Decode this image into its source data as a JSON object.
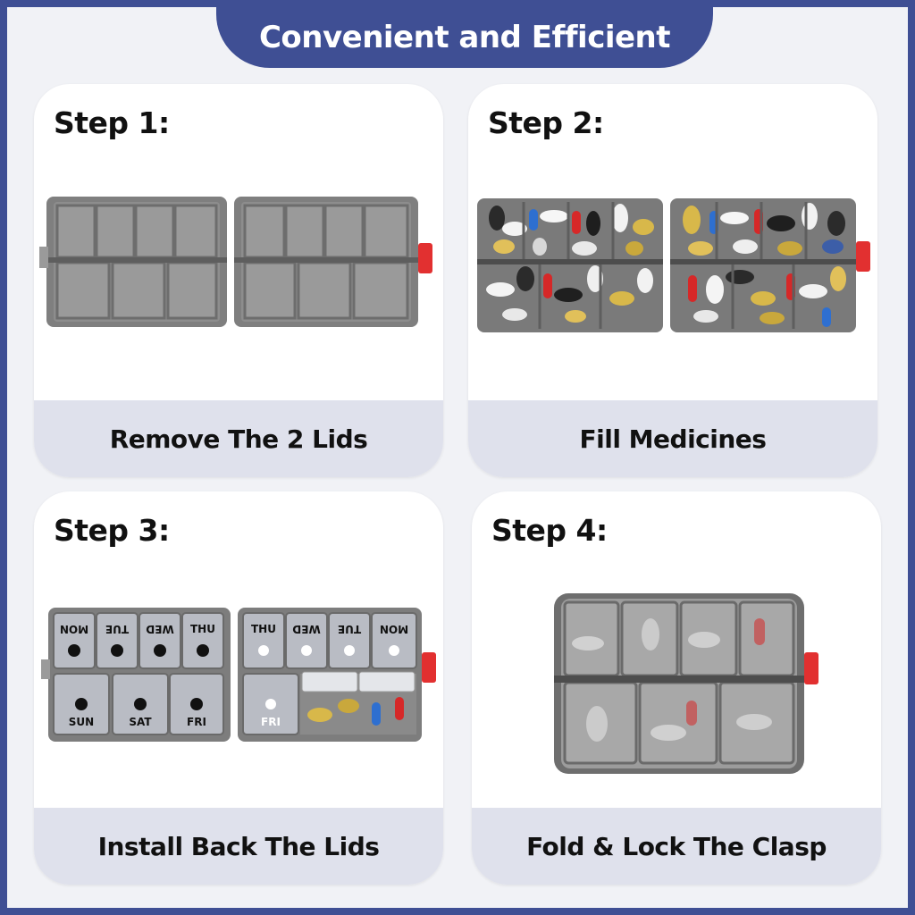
{
  "header": {
    "title": "Convenient and Efficient"
  },
  "steps": [
    {
      "label": "Step 1:",
      "caption": "Remove The 2 Lids"
    },
    {
      "label": "Step 2:",
      "caption": "Fill Medicines"
    },
    {
      "label": "Step 3:",
      "caption": "Install Back The Lids",
      "day_labels": [
        "MON",
        "TUE",
        "WED",
        "THU",
        "THU",
        "WED",
        "TUE",
        "MON",
        "SUN",
        "SAT",
        "FRI",
        "FRI"
      ]
    },
    {
      "label": "Step 4:",
      "caption": "Fold & Lock The Clasp"
    }
  ],
  "colors": {
    "brand": "#3f4f94",
    "background": "#f1f2f6",
    "caption_band": "#dfe1ec",
    "case_gray": "#7d7d7d",
    "clasp_red": "#e23030"
  }
}
